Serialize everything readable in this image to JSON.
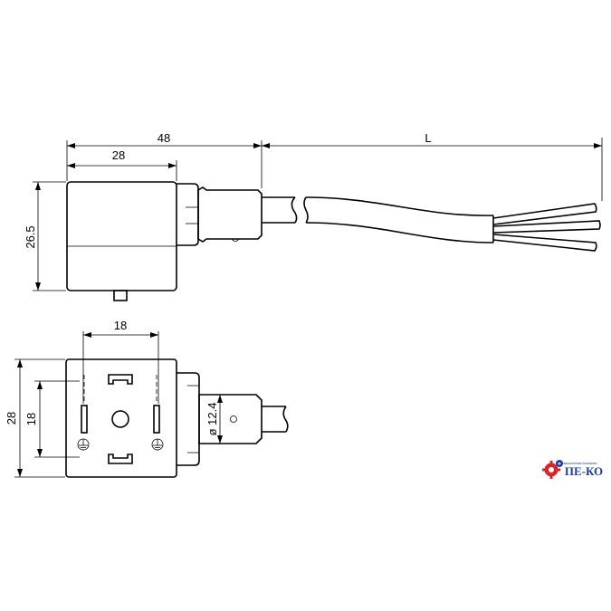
{
  "dimensions": {
    "total_length_top": "48",
    "housing_width_top": "28",
    "cable_length": "L",
    "housing_height_top": "26.5",
    "pin_spacing_width": "18",
    "housing_height_front": "28",
    "pin_spacing_height": "18",
    "cable_diameter": "ø 12.4"
  },
  "logo": {
    "name": "ПЕ-КО",
    "tagline": "Промышленная Компания",
    "colors": {
      "red": "#d9242b",
      "blue": "#1e3e9a"
    }
  }
}
